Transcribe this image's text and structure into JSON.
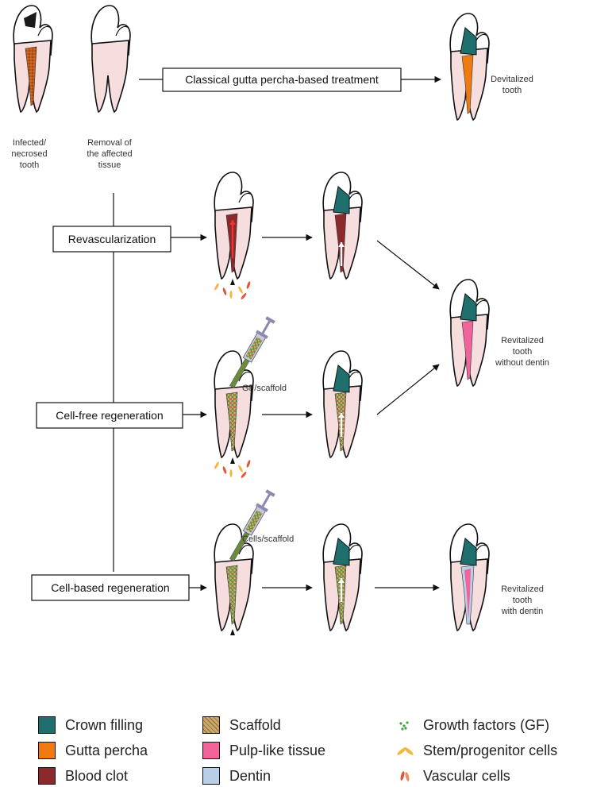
{
  "colors": {
    "crown_filling": "#1f6f6e",
    "gutta_percha": "#f07a12",
    "blood_clot": "#8b2a2a",
    "scaffold": "#c9a86a",
    "pulp_like_tissue": "#f0649a",
    "dentin": "#b8cfe8",
    "tooth_body": "#f6dede",
    "growth_factor": "#3aa83a",
    "stem_cell": "#f3b740",
    "vascular_cell": "#e2553a"
  },
  "labels": {
    "infected": "Infected/\nnecrosed\ntooth",
    "removal": "Removal of\nthe affected\ntissue",
    "devitalized": "Devitalized\ntooth",
    "revitalized_without": "Revitalized\ntooth\nwithout dentin",
    "revitalized_with": "Revitalized\ntooth\nwith dentin",
    "gf_scaffold": "GF/scaffold",
    "cells_scaffold": "Cells/scaffold"
  },
  "boxes": {
    "classical": "Classical gutta percha-based treatment",
    "revascularization": "Revascularization",
    "cell_free": "Cell-free regeneration",
    "cell_based": "Cell-based regeneration"
  },
  "legend": [
    {
      "key": "crown_filling",
      "label": "Crown filling",
      "icon": "crown-filling-swatch"
    },
    {
      "key": "gutta_percha",
      "label": "Gutta percha",
      "icon": "gutta-percha-swatch"
    },
    {
      "key": "blood_clot",
      "label": "Blood clot",
      "icon": "blood-clot-swatch"
    },
    {
      "key": "scaffold",
      "label": "Scaffold",
      "icon": "scaffold-swatch"
    },
    {
      "key": "pulp_like_tissue",
      "label": "Pulp-like tissue",
      "icon": "pulp-like-tissue-swatch"
    },
    {
      "key": "dentin",
      "label": "Dentin",
      "icon": "dentin-swatch"
    },
    {
      "key": "growth_factor",
      "label": "Growth factors (GF)",
      "icon": "growth-factors-icon"
    },
    {
      "key": "stem_cell",
      "label": "Stem/progenitor cells",
      "icon": "stem-cells-icon"
    },
    {
      "key": "vascular_cell",
      "label": "Vascular cells",
      "icon": "vascular-cells-icon"
    }
  ]
}
